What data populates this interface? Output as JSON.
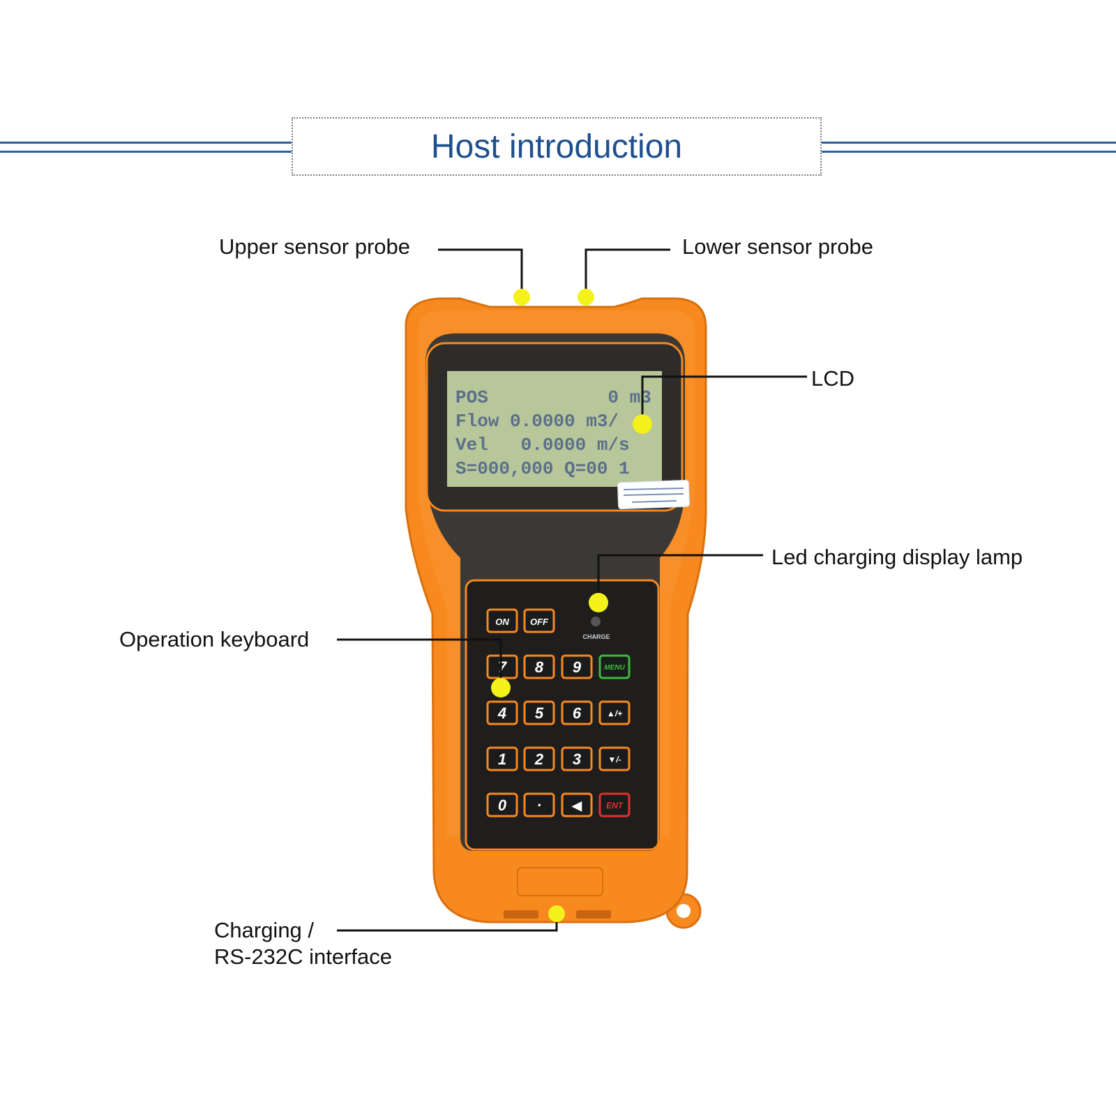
{
  "title": "Host introduction",
  "labels": {
    "upper_sensor": "Upper sensor probe",
    "lower_sensor": "Lower sensor probe",
    "lcd": "LCD",
    "led": "Led charging display lamp",
    "keyboard": "Operation keyboard",
    "charging_line1": "Charging /",
    "charging_line2": "RS-232C interface"
  },
  "lcd_lines": [
    "POS           0 m3",
    "Flow 0.0000 m3/",
    "Vel   0.0000 m/s",
    "S=000,000 Q=00 1"
  ],
  "charge_label": "CHARGE",
  "keys": {
    "on": "ON",
    "off": "OFF",
    "k7": "7",
    "k8": "8",
    "k9": "9",
    "menu": "MENU",
    "k4": "4",
    "k5": "5",
    "k6": "6",
    "up": "▲/+",
    "k1": "1",
    "k2": "2",
    "k3": "3",
    "down": "▼/-",
    "k0": "0",
    "dot": "·",
    "back": "◀",
    "ent": "ENT"
  },
  "colors": {
    "accent_blue": "#2b5f9e",
    "title_blue": "#1e4f8f",
    "device_orange": "#f7891f",
    "highlight_yellow": "#f4f21a",
    "lcd_green": "#b7c79a",
    "menu_green": "#3dbb3d",
    "ent_red": "#e03030"
  }
}
